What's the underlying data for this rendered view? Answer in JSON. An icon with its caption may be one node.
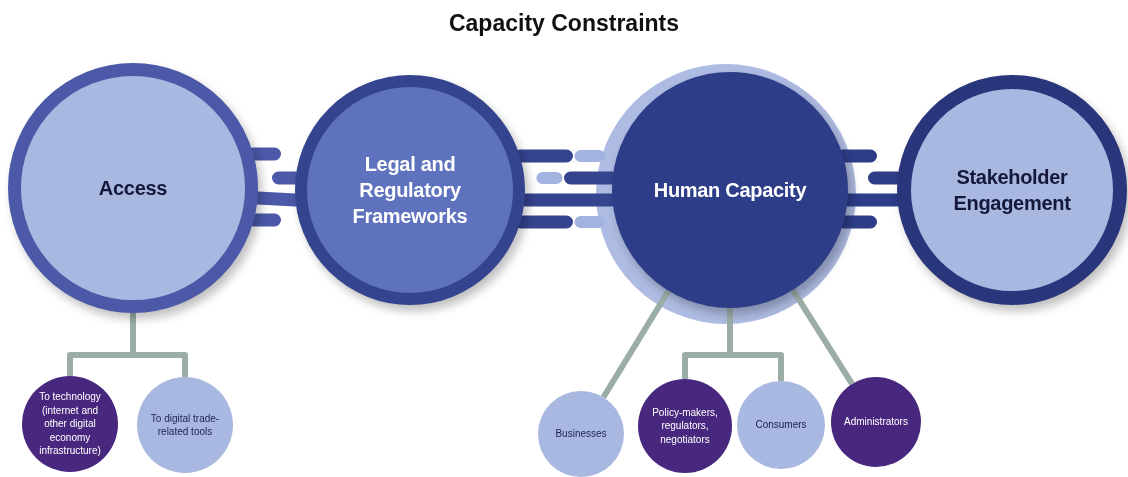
{
  "diagram": {
    "title": "Capacity Constraints",
    "nodes": [
      {
        "text": [
          "Access"
        ]
      },
      {
        "text": [
          "Legal and Regulatory Frameworks"
        ]
      },
      {
        "text": [
          "Human Capacity"
        ]
      },
      {
        "text": [
          "Stakeholder Engagement"
        ]
      },
      {
        "text": [
          "To technology (internet and other digital economy infrastructure)"
        ]
      },
      {
        "text": [
          "To digital trade-related tools"
        ]
      },
      {
        "text": [
          "Businesses"
        ]
      },
      {
        "text": [
          "Policy-makers, regulators, negotiators"
        ]
      },
      {
        "text": [
          "Consumers"
        ]
      },
      {
        "text": [
          "Administrators"
        ]
      }
    ],
    "edges": [
      {
        "from": 0,
        "to": 1,
        "arrow": "none",
        "style": "thick",
        "color": "#4c59a8"
      },
      {
        "from": 1,
        "to": 2,
        "arrow": "none",
        "style": "thick",
        "color": "#34448f"
      },
      {
        "from": 2,
        "to": 3,
        "arrow": "none",
        "style": "thick",
        "color": "#2e3d88"
      },
      {
        "from": 0,
        "to": 4,
        "arrow": "none"
      },
      {
        "from": 0,
        "to": 5,
        "arrow": "none"
      },
      {
        "from": 2,
        "to": 6,
        "arrow": "none"
      },
      {
        "from": 2,
        "to": 7,
        "arrow": "none"
      },
      {
        "from": 2,
        "to": 8,
        "arrow": "none"
      },
      {
        "from": 2,
        "to": 9,
        "arrow": "none"
      }
    ]
  }
}
